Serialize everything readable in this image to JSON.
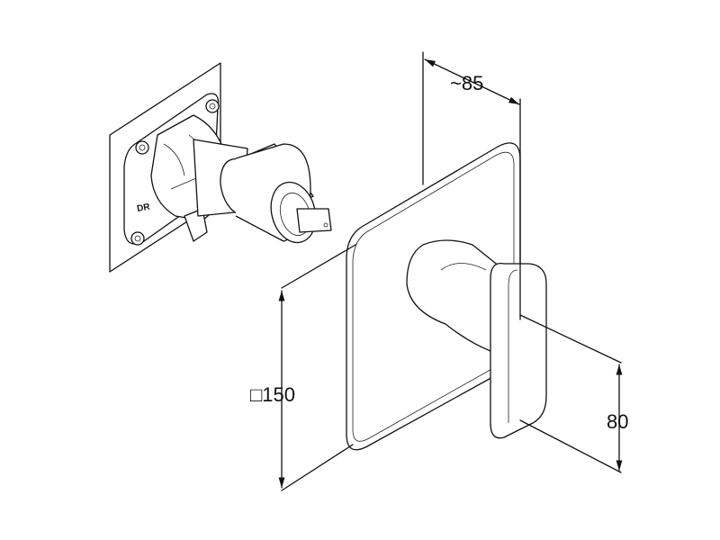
{
  "drawing": {
    "labels": {
      "depth": "~85",
      "plate_size": "□150",
      "lever_height": "80",
      "valve_marking": "DR"
    }
  }
}
